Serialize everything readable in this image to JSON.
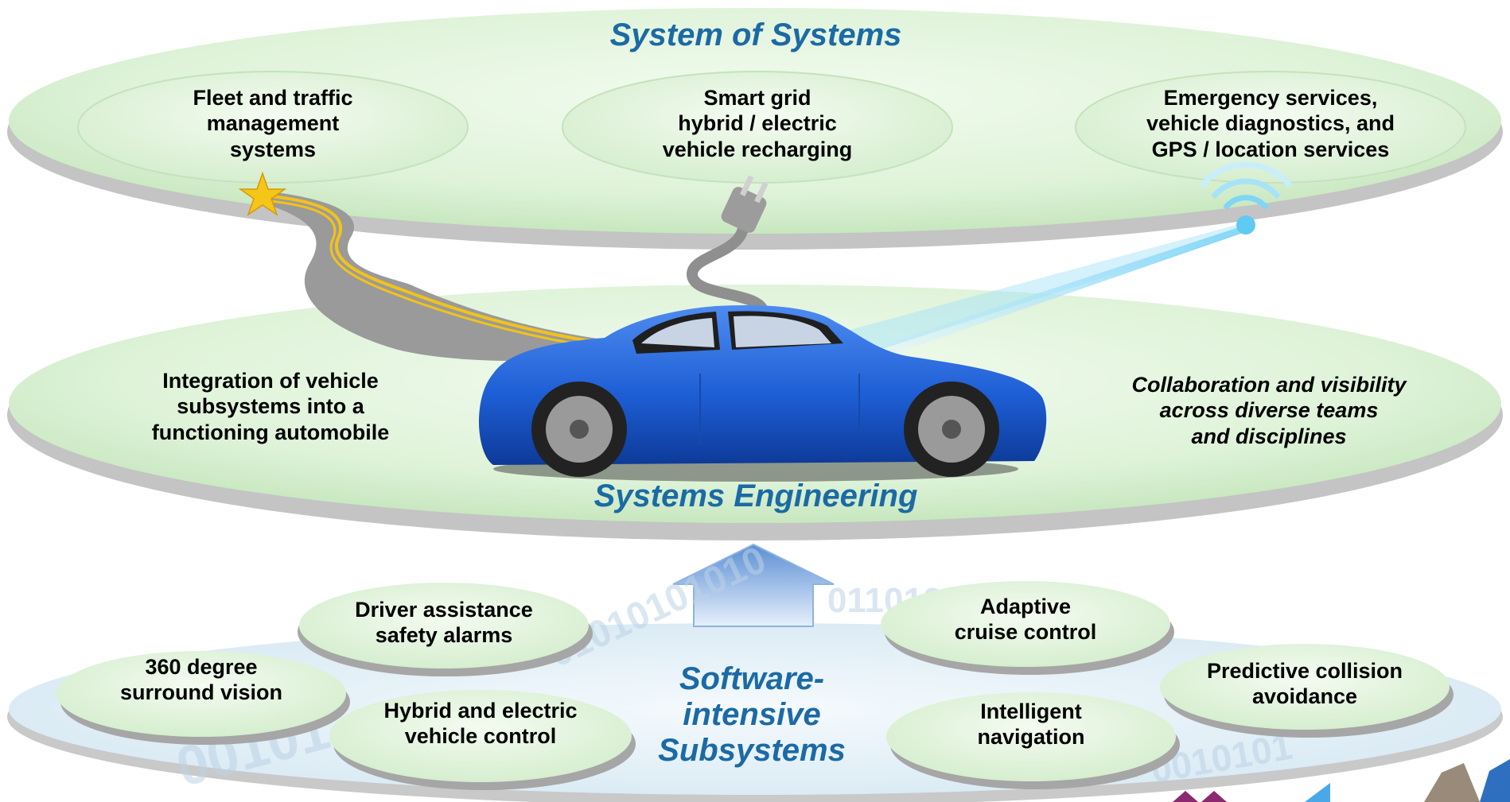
{
  "layers": {
    "top": {
      "title": "System of Systems",
      "nodes": [
        {
          "lines": [
            "Fleet and traffic",
            "management",
            "systems"
          ]
        },
        {
          "lines": [
            "Smart grid",
            "hybrid / electric",
            "vehicle recharging"
          ]
        },
        {
          "lines": [
            "Emergency services,",
            "vehicle diagnostics, and",
            "GPS / location services"
          ]
        }
      ]
    },
    "middle": {
      "title": "Systems Engineering",
      "left_lines": [
        "Integration of vehicle",
        "subsystems into a",
        "functioning automobile"
      ],
      "right_lines": [
        "Collaboration and visibility",
        "across diverse teams",
        "and disciplines"
      ]
    },
    "bottom": {
      "title_lines": [
        "Software-",
        "intensive",
        "Subsystems"
      ],
      "nodes": [
        {
          "lines": [
            "Driver assistance",
            "safety alarms"
          ]
        },
        {
          "lines": [
            "360 degree",
            "surround vision"
          ]
        },
        {
          "lines": [
            "Hybrid and electric",
            "vehicle control"
          ]
        },
        {
          "lines": [
            "Adaptive",
            "cruise control"
          ]
        },
        {
          "lines": [
            "Intelligent",
            "navigation"
          ]
        },
        {
          "lines": [
            "Predictive collision",
            "avoidance"
          ]
        }
      ],
      "binary_watermark": [
        "01010101010",
        "0110100101",
        "0010101",
        "00101"
      ]
    }
  },
  "colors": {
    "layer_fill": "#d8f0d2",
    "node_fill": "#e4f5df",
    "title_blue": "#1b6aa5",
    "car_blue": "#1e5fd6",
    "beam_blue": "#6fd0f5"
  }
}
